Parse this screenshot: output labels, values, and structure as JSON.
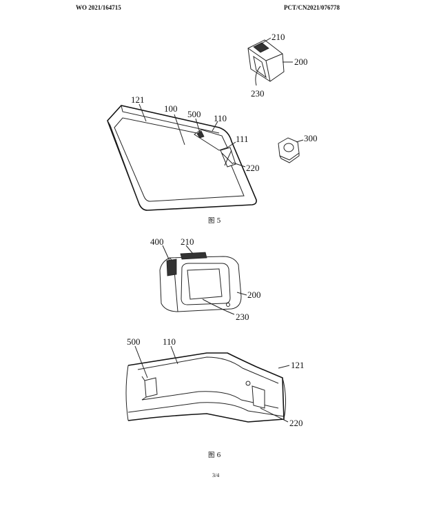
{
  "header": {
    "publication_number": "WO 2021/164715",
    "application_number": "PCT/CN2021/076778"
  },
  "figures": [
    {
      "caption": "图 5",
      "labels": {
        "l210": "210",
        "l200": "200",
        "l230": "230",
        "l121": "121",
        "l100": "100",
        "l500": "500",
        "l110": "110",
        "l111": "111",
        "l300": "300",
        "l220": "220"
      }
    },
    {
      "caption": "图 6",
      "labels": {
        "l400": "400",
        "l210": "210",
        "l200": "200",
        "l230": "230",
        "l500": "500",
        "l110": "110",
        "l121": "121",
        "l220": "220"
      }
    }
  ],
  "footer": {
    "page_number": "3/4"
  }
}
